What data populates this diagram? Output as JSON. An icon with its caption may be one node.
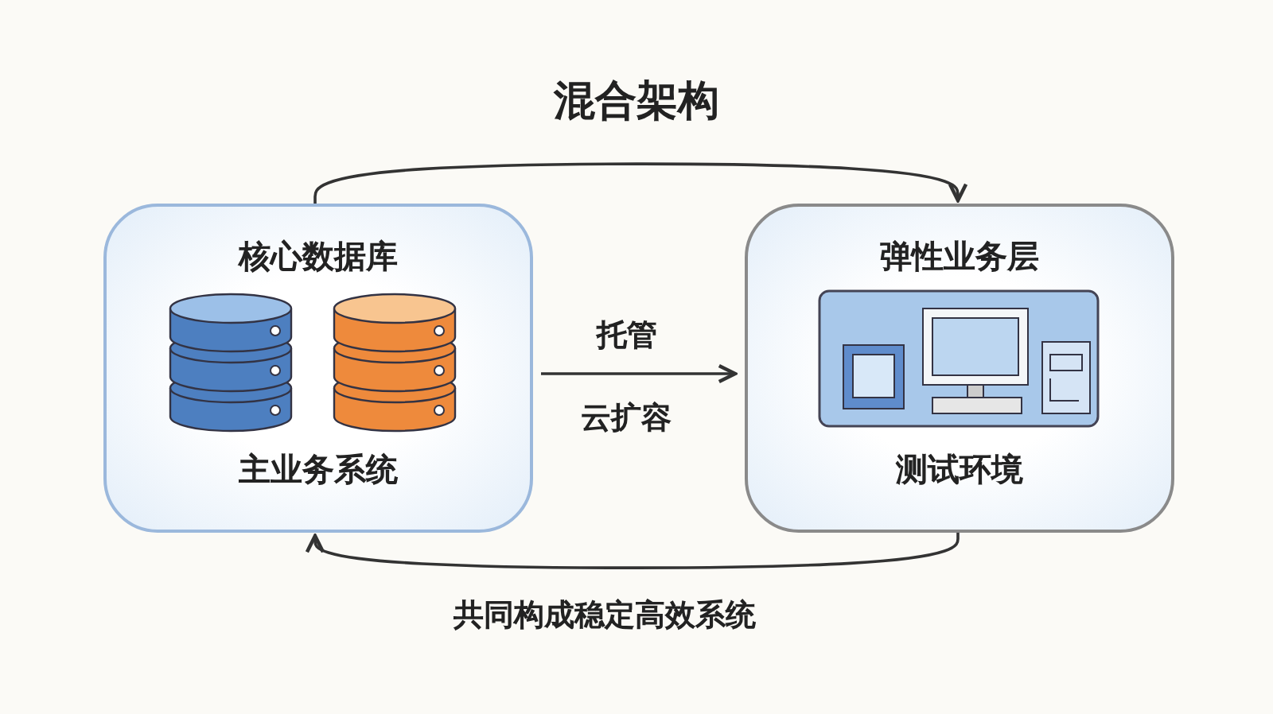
{
  "diagram": {
    "title": "混合架构",
    "nodes": [
      {
        "text": [
          "核心数据库",
          "主业务系统"
        ]
      },
      {
        "text": [
          "弹性业务层",
          "测试环境"
        ]
      }
    ],
    "edges": [
      {
        "from": 0,
        "to": 1,
        "arrow": "to"
      },
      {
        "from": 0,
        "to": 1,
        "arrow": "to",
        "label": "托管"
      },
      {
        "from": 1,
        "to": 0,
        "arrow": "to",
        "label": "共同构成稳定高效系统"
      }
    ],
    "labels": [
      "云扩容"
    ]
  }
}
